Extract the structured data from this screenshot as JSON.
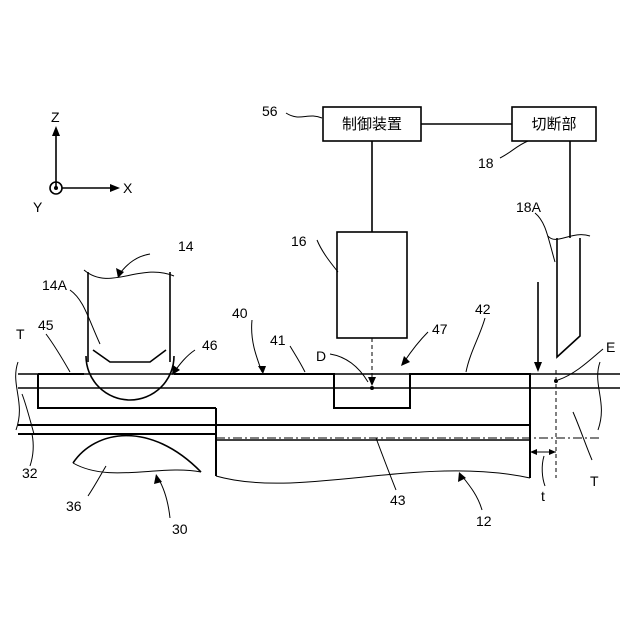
{
  "axes": {
    "z": "Z",
    "x": "X",
    "y": "Y"
  },
  "boxes": {
    "controller": "制御装置",
    "cutter": "切断部"
  },
  "labels": {
    "l56": "56",
    "l18": "18",
    "l18A": "18A",
    "l14": "14",
    "l14A": "14A",
    "l16": "16",
    "l40": "40",
    "l41": "41",
    "l42": "42",
    "l45": "45",
    "l46": "46",
    "l47": "47",
    "lD": "D",
    "lE": "E",
    "lT1": "T",
    "lT2": "T",
    "lt": "t",
    "l32": "32",
    "l36": "36",
    "l30": "30",
    "l43": "43",
    "l12": "12"
  }
}
